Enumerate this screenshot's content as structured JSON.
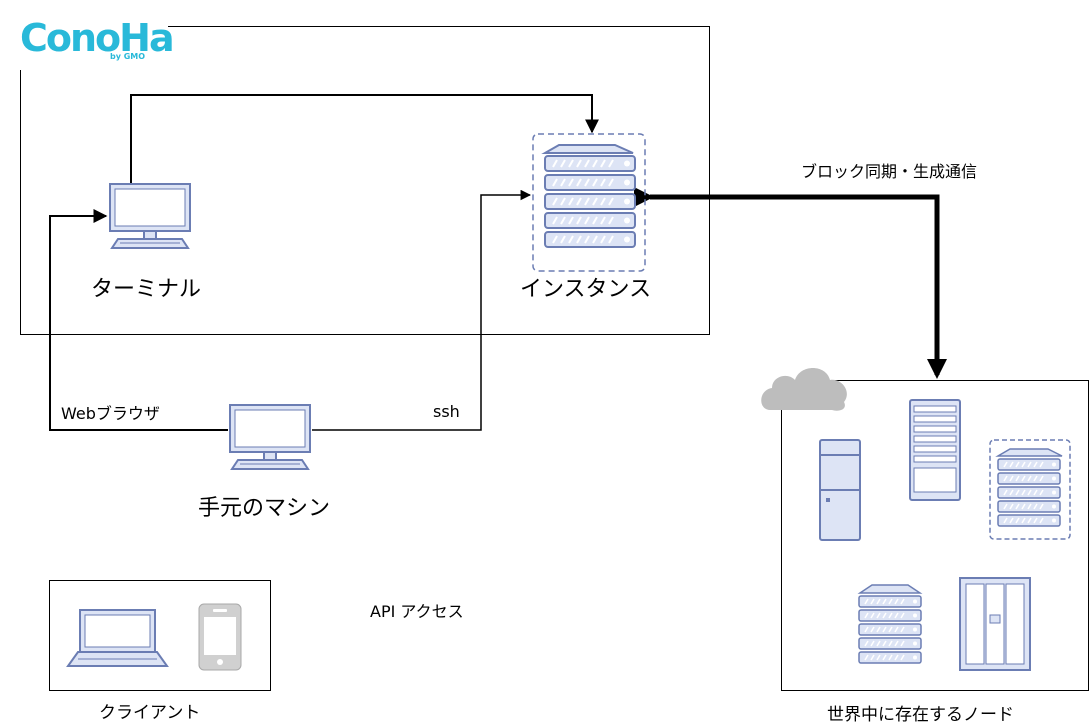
{
  "logo": {
    "name": "ConoHa",
    "byline": "by GMO"
  },
  "nodes": {
    "terminal": "ターミナル",
    "instance": "インスタンス",
    "local_machine": "手元のマシン",
    "client": "クライアント",
    "world_nodes": "世界中に存在するノード"
  },
  "edges": {
    "web_browser": "Webブラウザ",
    "ssh": "ssh",
    "block_sync": "ブロック同期・生成通信",
    "api_access": "API アクセス"
  },
  "colors": {
    "accent": "#29b9d9",
    "device_fill": "#dde4f5",
    "device_stroke": "#6b7db3",
    "cloud_fill": "#bdbdbd"
  }
}
